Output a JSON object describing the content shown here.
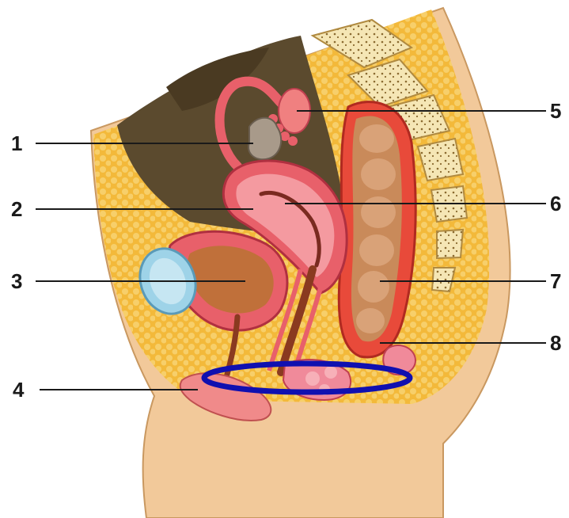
{
  "figure": {
    "labels": [
      "1",
      "2",
      "3",
      "4",
      "5",
      "6",
      "7",
      "8"
    ]
  },
  "colors": {
    "skin": "#f2c99a",
    "fat": "#f3b93a",
    "cavity": "#5b4a2e",
    "organ": "#e8606a",
    "bowel": "#c98a5a",
    "bladder": "#9ed3e8",
    "highlight_ellipse": "#1010b0"
  }
}
